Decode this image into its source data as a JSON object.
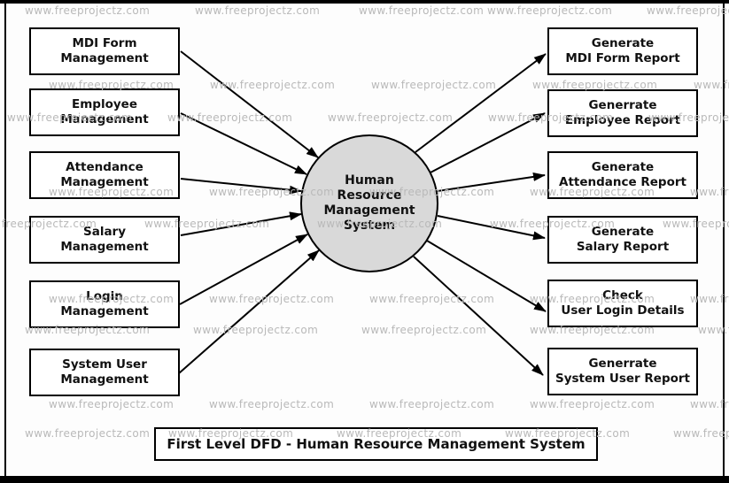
{
  "watermark": {
    "text": "www.freeprojectz.com",
    "color": "#b9b9b9"
  },
  "diagram": {
    "caption": "First Level DFD - Human Resource Management System",
    "process": {
      "line1": "Human",
      "line2": "Resource",
      "line3": "Management",
      "line4": "System",
      "fill_color": "#d9d9d9"
    },
    "inputs": [
      {
        "line1": "MDI Form",
        "line2": "Management"
      },
      {
        "line1": "Employee",
        "line2": "Management"
      },
      {
        "line1": "Attendance",
        "line2": "Management"
      },
      {
        "line1": "Salary",
        "line2": "Management"
      },
      {
        "line1": "Login",
        "line2": "Management"
      },
      {
        "line1": "System User",
        "line2": "Management"
      }
    ],
    "outputs": [
      {
        "line1": "Generate",
        "line2": "MDI Form Report"
      },
      {
        "line1": "Generrate",
        "line2": "Employee Report"
      },
      {
        "line1": "Generate",
        "line2": "Attendance Report"
      },
      {
        "line1": "Generate",
        "line2": "Salary Report"
      },
      {
        "line1": "Check",
        "line2": "User Login Details"
      },
      {
        "line1": "Generrate",
        "line2": "System User Report"
      }
    ],
    "line_color": "#000000",
    "box_fill_color": "#ffffff"
  }
}
